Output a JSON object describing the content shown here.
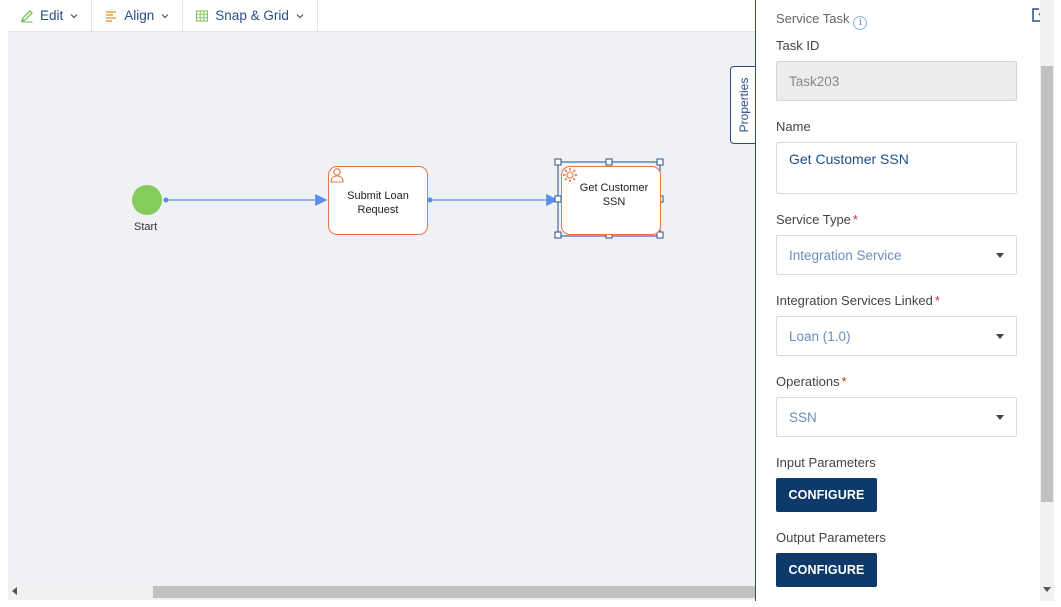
{
  "toolbar": {
    "edit_label": "Edit",
    "align_label": "Align",
    "snap_label": "Snap & Grid"
  },
  "diagram": {
    "start_label": "Start",
    "task1_label": "Submit Loan Request",
    "task2_label": "Get Customer SSN"
  },
  "properties_tab": "Properties",
  "panel": {
    "header": "Service Task",
    "task_id_label": "Task ID",
    "task_id_value": "Task203",
    "name_label": "Name",
    "name_value": "Get Customer SSN",
    "service_type_label": "Service Type",
    "service_type_value": "Integration Service",
    "integration_label": "Integration Services Linked",
    "integration_value": "Loan (1.0)",
    "operations_label": "Operations",
    "operations_value": "SSN",
    "input_label": "Input Parameters",
    "input_button": "CONFIGURE",
    "output_label": "Output Parameters",
    "output_button": "CONFIGURE",
    "required_mark": "*"
  },
  "colors": {
    "accent": "#2a4e87",
    "button": "#0d3a6b",
    "task_border": "#e8744a",
    "start_event": "#84cc5c",
    "connector": "#5b8ee6"
  }
}
